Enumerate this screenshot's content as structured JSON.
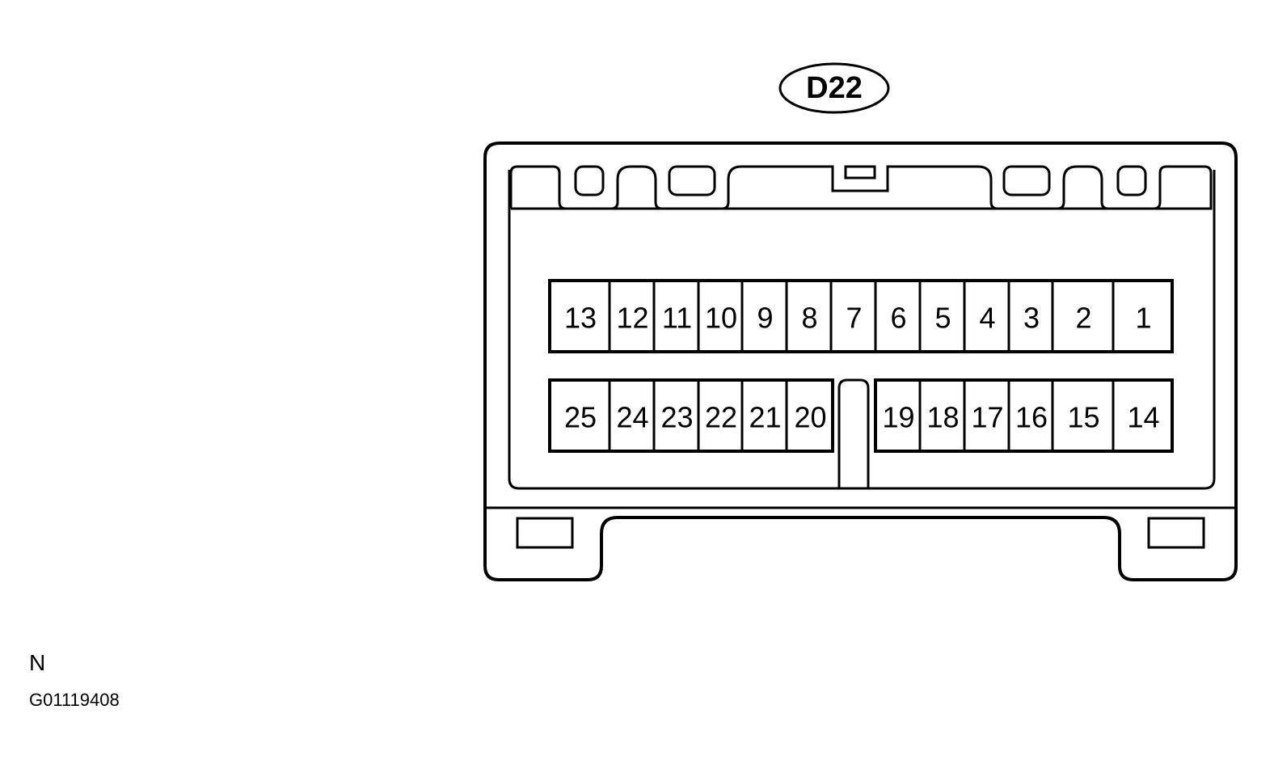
{
  "connector": {
    "label": "D22",
    "top_row": [
      "13",
      "12",
      "11",
      "10",
      "9",
      "8",
      "7",
      "6",
      "5",
      "4",
      "3",
      "2",
      "1"
    ],
    "bottom_row_left": [
      "25",
      "24",
      "23",
      "22",
      "21",
      "20"
    ],
    "bottom_row_right": [
      "19",
      "18",
      "17",
      "16",
      "15",
      "14"
    ]
  },
  "footer": {
    "view_note": "N",
    "figure_id": "G01119408"
  }
}
